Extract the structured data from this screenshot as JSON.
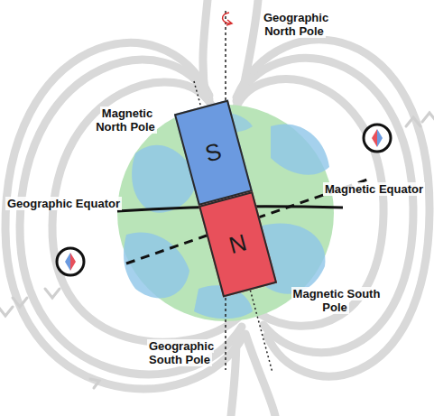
{
  "diagram": {
    "nodes": [
      {
        "text": [
          "S"
        ]
      },
      {
        "text": [
          "N"
        ]
      }
    ],
    "labels": [
      "Magnetic North Pole",
      "Geographic North Pole",
      "Geographic Equator",
      "Magnetic Equator",
      "Magnetic South Pole",
      "Geographic South Pole"
    ]
  }
}
